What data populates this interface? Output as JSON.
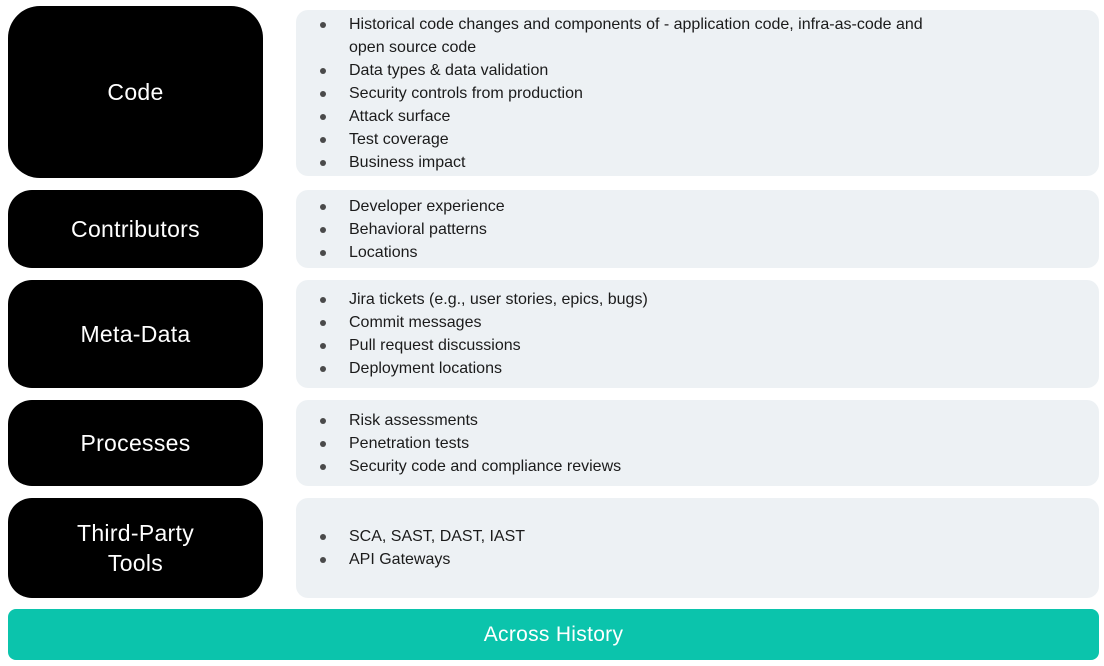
{
  "colors": {
    "box_bg": "#000000",
    "box_text": "#FFFFFF",
    "panel_bg": "#EDF1F4",
    "bullet": "#4A4A4A",
    "text": "#1B1B1B",
    "accent": "#0BC4AC",
    "banner_text": "#FFFFFF"
  },
  "rows": [
    {
      "label": "Code",
      "items": [
        "Historical code changes and components of - application code, infra-as-code and open source code",
        "Data types & data validation",
        "Security controls from production",
        "Attack surface",
        "Test coverage",
        "Business impact"
      ]
    },
    {
      "label": "Contributors",
      "items": [
        "Developer experience",
        "Behavioral patterns",
        "Locations"
      ]
    },
    {
      "label": "Meta-Data",
      "items": [
        "Jira tickets (e.g., user stories, epics, bugs)",
        "Commit messages",
        "Pull request discussions",
        "Deployment locations"
      ]
    },
    {
      "label": "Processes",
      "items": [
        "Risk assessments",
        "Penetration tests",
        "Security code and compliance reviews"
      ]
    },
    {
      "label": "Third-Party Tools",
      "items": [
        "SCA, SAST, DAST, IAST",
        "API Gateways"
      ]
    }
  ],
  "banner": {
    "label": "Across History"
  }
}
